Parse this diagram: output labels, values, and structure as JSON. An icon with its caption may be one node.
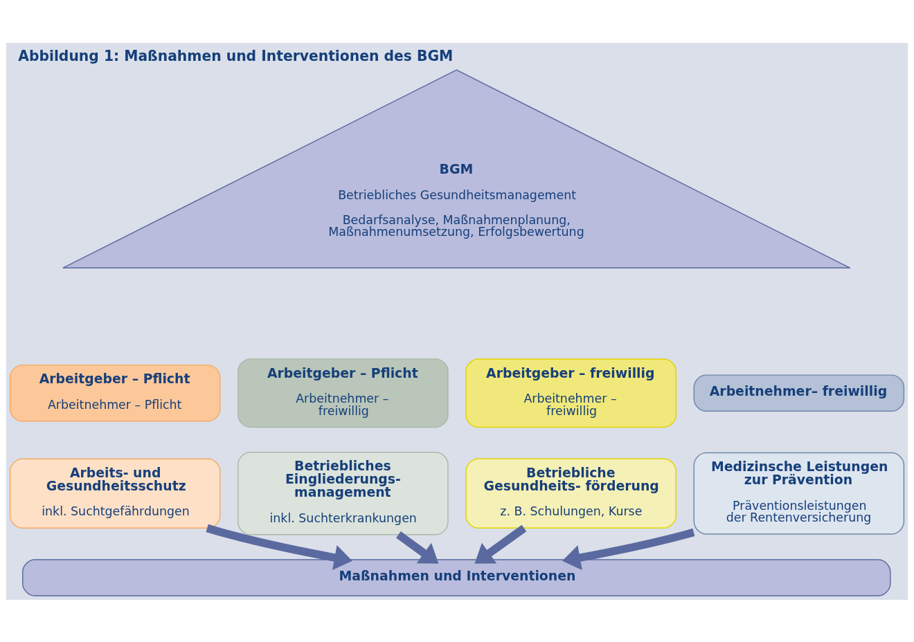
{
  "diagram": {
    "title": "Abbildung 1: Maßnahmen und Interventionen des BGM",
    "nodes": [
      {
        "text": [
          "BGM",
          "Betriebliches Gesundheitsmanagement",
          "Bedarfsanalyse, Maßnahmenplanung, Maßnahmenumsetzung, Erfolgsbewertung"
        ]
      },
      {
        "text": [
          "Arbeitgeber – Pflicht",
          "Arbeitnehmer – Pflicht"
        ]
      },
      {
        "text": [
          "Arbeitgeber – Pflicht",
          "Arbeitnehmer – freiwillig"
        ]
      },
      {
        "text": [
          "Arbeitgeber – freiwillig",
          "Arbeitnehmer – freiwillig"
        ]
      },
      {
        "text": [
          "Arbeitnehmer– freiwillig"
        ]
      },
      {
        "text": [
          "Arbeits- und Gesundheitsschutz",
          "inkl. Suchtgefährdungen"
        ]
      },
      {
        "text": [
          "Betriebliches Eingliederungs- management",
          "inkl. Suchterkrankungen"
        ]
      },
      {
        "text": [
          "Betriebliche Gesundheits- förderung",
          "z. B. Schulungen, Kurse"
        ]
      },
      {
        "text": [
          "Medizinsche Leistungen zur Prävention",
          "Präventionsleistungen der Rentenversicherung"
        ]
      },
      {
        "text": [
          "Maßnahmen und Interventionen"
        ]
      }
    ],
    "edges": [
      {
        "from": 5,
        "to": 9,
        "arrow": "to"
      },
      {
        "from": 6,
        "to": 9,
        "arrow": "to"
      },
      {
        "from": 7,
        "to": 9,
        "arrow": "to"
      },
      {
        "from": 8,
        "to": 9,
        "arrow": "to"
      }
    ]
  }
}
